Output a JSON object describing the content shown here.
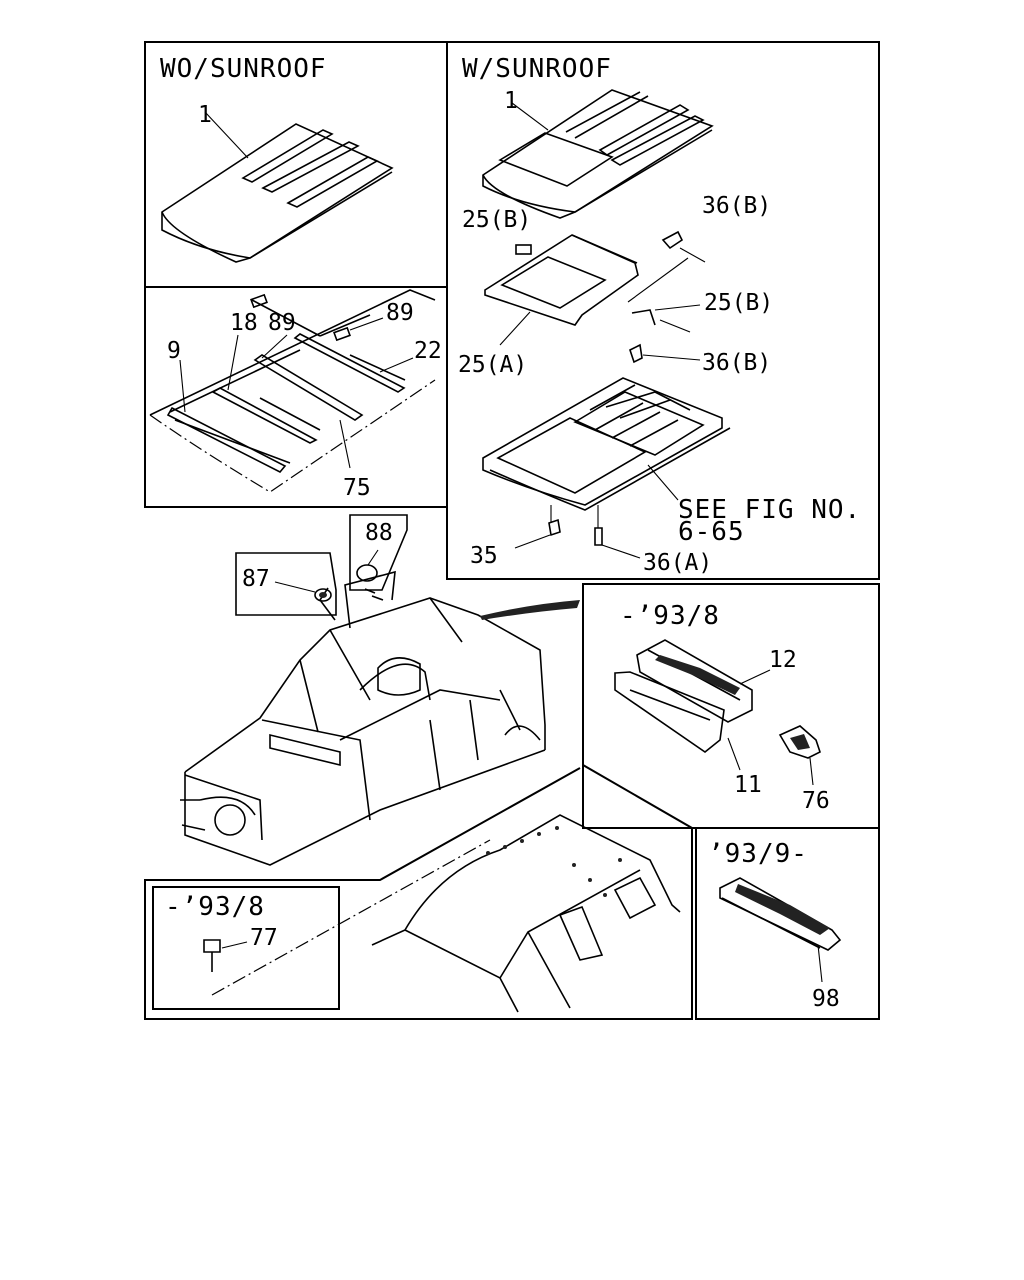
{
  "panels": {
    "wo_sunroof": {
      "title": "WO/SUNROOF"
    },
    "w_sunroof": {
      "title": "W/SUNROOF",
      "note_line1": "SEE FIG NO.",
      "note_line2": "6-65"
    },
    "early_bracket": {
      "title": "-’93/8"
    },
    "late_bracket": {
      "title": "’93/9-"
    },
    "bolt_inset": {
      "title": "-’93/8"
    }
  },
  "callouts": {
    "c1a": "1",
    "c1b": "1",
    "c9": "9",
    "c18": "18",
    "c89a": "89",
    "c89b": "89",
    "c22": "22",
    "c75": "75",
    "c25b_top": "25(B)",
    "c36b_top": "36(B)",
    "c25b_mid": "25(B)",
    "c25a": "25(A)",
    "c36b_mid": "36(B)",
    "c35": "35",
    "c36a": "36(A)",
    "c87": "87",
    "c88": "88",
    "c12": "12",
    "c11": "11",
    "c76": "76",
    "c77": "77",
    "c98": "98"
  }
}
